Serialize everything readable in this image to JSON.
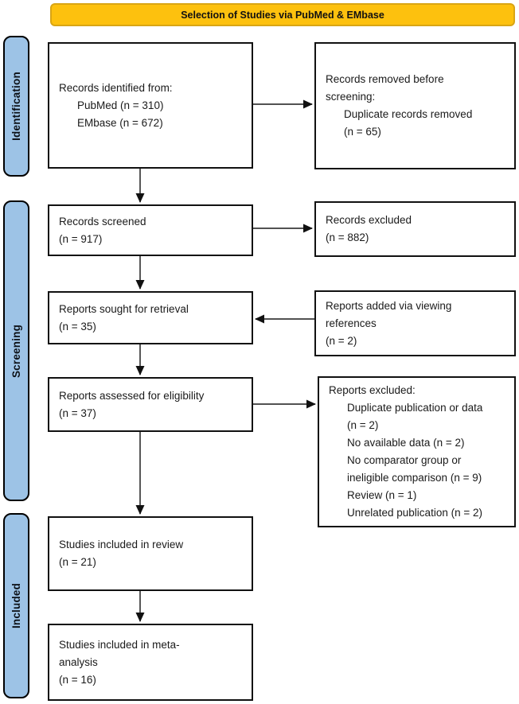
{
  "header": {
    "title": "Selection of Studies via PubMed & EMbase"
  },
  "colors": {
    "header_fill": "#FDC10E",
    "header_border": "#D9A514",
    "sidebar_fill": "#9DC3E6",
    "box_border": "#111111",
    "arrow": "#3A3A3A",
    "stage_bg": "#FFFFFF"
  },
  "sidebar": {
    "identification": "Identification",
    "screening": "Screening",
    "included": "Included"
  },
  "boxes": {
    "records_identified": {
      "lines": [
        "Records identified from:",
        "PubMed (n = 310)",
        "EMbase (n = 672)"
      ]
    },
    "records_removed": {
      "lines": [
        "Records removed before",
        "screening:",
        "Duplicate records removed",
        "(n = 65)"
      ]
    },
    "records_screened": {
      "lines": [
        "Records screened",
        "(n = 917)"
      ]
    },
    "records_excluded": {
      "lines": [
        "Records excluded",
        "(n = 882)"
      ]
    },
    "reports_sought": {
      "lines": [
        "Reports sought for retrieval",
        "(n = 35)"
      ]
    },
    "reports_added": {
      "lines": [
        "Reports added via viewing",
        "references",
        "(n = 2)"
      ]
    },
    "reports_assessed": {
      "lines": [
        "Reports assessed for eligibility",
        "(n = 37)"
      ]
    },
    "reports_excluded": {
      "lines": [
        "Reports excluded:",
        "Duplicate publication or data",
        "(n = 2)",
        "No available data (n = 2)",
        "No comparator group or",
        "ineligible comparison (n = 9)",
        "Review (n = 1)",
        "Unrelated publication (n = 2)"
      ]
    },
    "included_review": {
      "lines": [
        "Studies included in review",
        "(n = 21)"
      ]
    },
    "included_meta": {
      "lines": [
        "Studies included in meta-",
        "analysis",
        "(n = 16)"
      ]
    }
  }
}
